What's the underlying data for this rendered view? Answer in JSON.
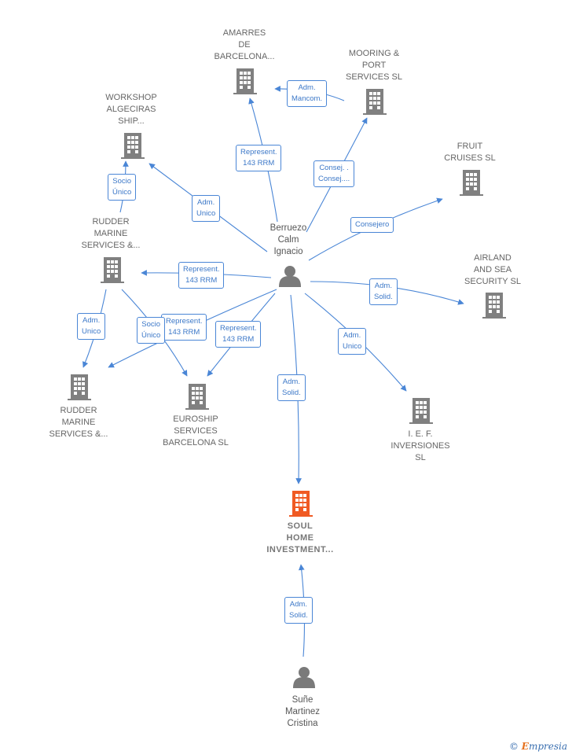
{
  "colors": {
    "edge": "#4a86d6",
    "building": "#808080",
    "focus_building": "#f05a23",
    "person": "#7a7a7a"
  },
  "nodes": {
    "amarres": "AMARRES\nDE\nBARCELONA...",
    "mooring": "MOORING &\nPORT\nSERVICES SL",
    "workshop": "WORKSHOP\nALGECIRAS\nSHIP...",
    "fruit": "FRUIT\nCRUISES  SL",
    "rudder1": "RUDDER\nMARINE\nSERVICES &...",
    "airland": "AIRLAND\nAND SEA\nSECURITY SL",
    "rudder2": "RUDDER\nMARINE\nSERVICES &...",
    "euroship": "EUROSHIP\nSERVICES\nBARCELONA SL",
    "ief": "I.  E. F.\nINVERSIONES\nSL",
    "soul": "SOUL\nHOME\nINVESTMENT...",
    "berruezo": "Berruezo\nCalm\nIgnacio",
    "sune": "Suñe\nMartinez\nCristina"
  },
  "edges": {
    "mooring_amarres": "Adm.\nMancom.",
    "berruezo_amarres": "Represent.\n143 RRM",
    "berruezo_mooring": "Consej. .\nConsej....",
    "berruezo_fruit": "Consejero",
    "rudder1_workshop": "Socio\nÚnico",
    "berruezo_workshop": "Adm.\nUnico",
    "berruezo_rudder1": "Represent.\n143 RRM",
    "berruezo_airland": "Adm.\nSolid.",
    "rudder1_rudder2": "Adm.\nUnico",
    "berruezo_rudder2": "Represent.\n143 RRM",
    "rudder1_euroship": "Socio\nÚnico",
    "berruezo_euroship": "Represent.\n143 RRM",
    "berruezo_ief": "Adm.\nUnico",
    "berruezo_soul": "Adm.\nSolid.",
    "sune_soul": "Adm.\nSolid."
  },
  "watermark": {
    "symbol": "©",
    "brand_first": "E",
    "brand_rest": "mpresia"
  }
}
